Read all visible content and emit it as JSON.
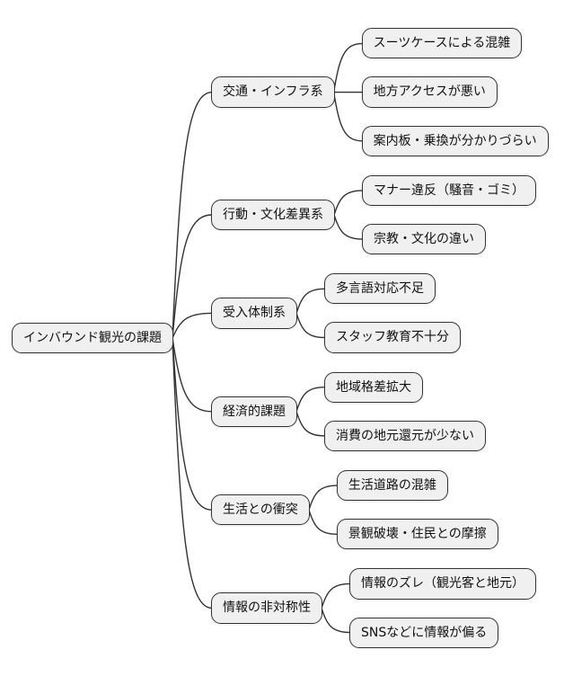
{
  "diagram": {
    "type": "mindmap",
    "root": {
      "label": "インバウンド観光の課題"
    },
    "branches": [
      {
        "label": "交通・インフラ系",
        "children": [
          "スーツケースによる混雑",
          "地方アクセスが悪い",
          "案内板・乗換が分かりづらい"
        ]
      },
      {
        "label": "行動・文化差異系",
        "children": [
          "マナー違反（騒音・ゴミ）",
          "宗教・文化の違い"
        ]
      },
      {
        "label": "受入体制系",
        "children": [
          "多言語対応不足",
          "スタッフ教育不十分"
        ]
      },
      {
        "label": "経済的課題",
        "children": [
          "地域格差拡大",
          "消費の地元還元が少ない"
        ]
      },
      {
        "label": "生活との衝突",
        "children": [
          "生活道路の混雑",
          "景観破壊・住民との摩擦"
        ]
      },
      {
        "label": "情報の非対称性",
        "children": [
          "情報のズレ（観光客と地元）",
          "SNSなどに情報が偏る"
        ]
      }
    ],
    "colors": {
      "node_fill": "#f0f0f0",
      "node_border": "#333333",
      "text": "#111111",
      "line": "#333333",
      "background": "#ffffff"
    }
  }
}
